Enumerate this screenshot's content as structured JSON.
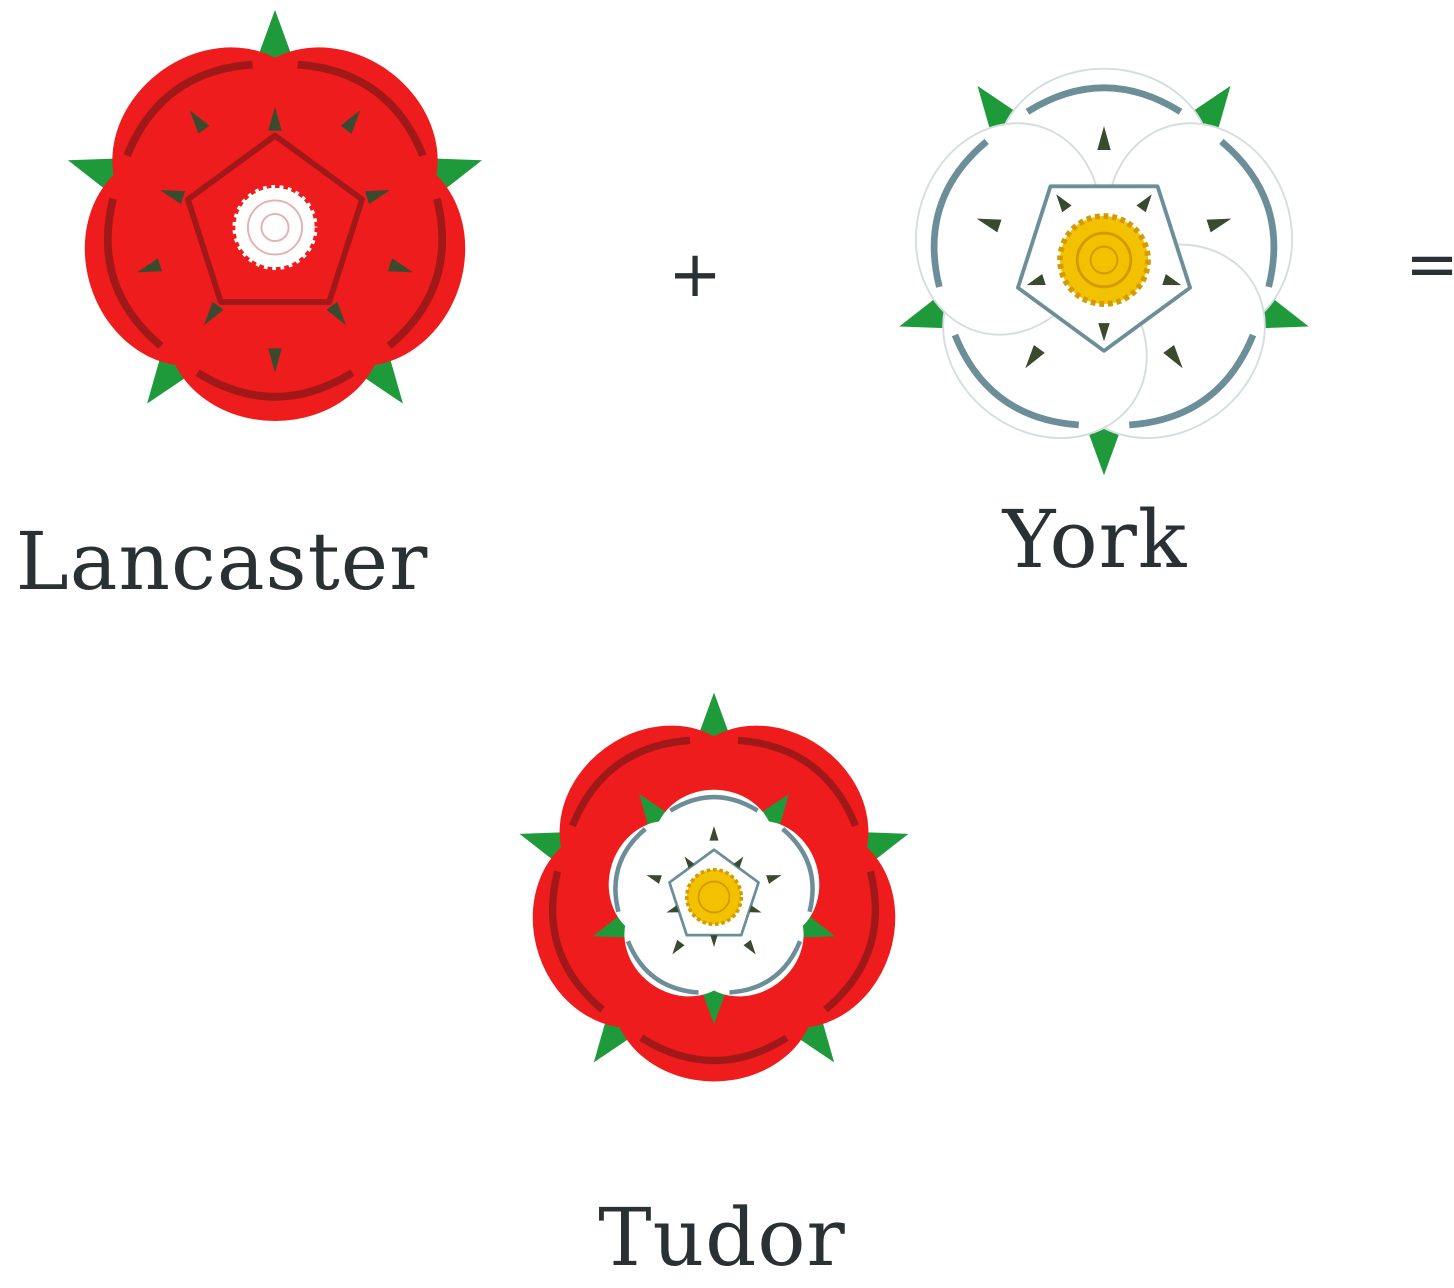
{
  "roses": {
    "lancaster": {
      "label": "Lancaster"
    },
    "york": {
      "label": "York"
    },
    "tudor": {
      "label": "Tudor"
    }
  },
  "equation": {
    "plus": "+",
    "equals": "="
  },
  "colors": {
    "red": "#ee1c1c",
    "dark_red": "#a11818",
    "green": "#1f9a3b",
    "white": "#ffffff",
    "blue_gray": "#6b8e99",
    "gold": "#f2c200",
    "text": "#2a3134"
  }
}
